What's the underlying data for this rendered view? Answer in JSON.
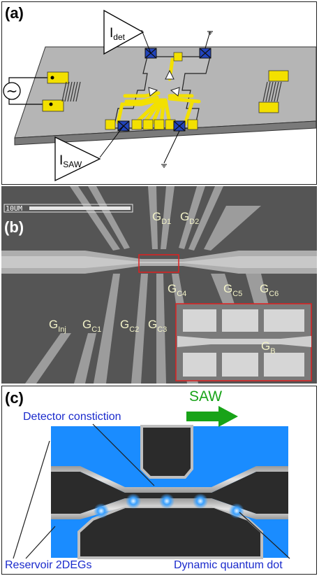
{
  "panel_a": {
    "label": "(a)",
    "amp_det": {
      "main": "I",
      "sub": "det"
    },
    "amp_saw": {
      "main": "I",
      "sub": "SAW"
    },
    "ac_source": "~"
  },
  "panel_b": {
    "label": "(b)",
    "scale_bar": "10UM",
    "gates": [
      {
        "main": "G",
        "sub": "D1"
      },
      {
        "main": "G",
        "sub": "D2"
      },
      {
        "main": "G",
        "sub": "C4"
      },
      {
        "main": "G",
        "sub": "C5"
      },
      {
        "main": "G",
        "sub": "C6"
      },
      {
        "main": "G",
        "sub": "Inj"
      },
      {
        "main": "G",
        "sub": "C1"
      },
      {
        "main": "G",
        "sub": "C2"
      },
      {
        "main": "G",
        "sub": "C3"
      },
      {
        "main": "G",
        "sub": "B"
      }
    ]
  },
  "panel_c": {
    "label": "(c)",
    "saw": "SAW",
    "detector": "Detector constiction",
    "reservoir": "Reservoir 2DEGs",
    "dot": "Dynamic quantum dot"
  },
  "colors": {
    "gold": "#f3e000",
    "contact_blue": "#2244bb",
    "substrate": "#b8b8b8",
    "twodeg": "#1a8cff",
    "gate_dark": "#2b2b2b",
    "saw_green": "#18a318",
    "label_blue": "#1a2acc"
  }
}
